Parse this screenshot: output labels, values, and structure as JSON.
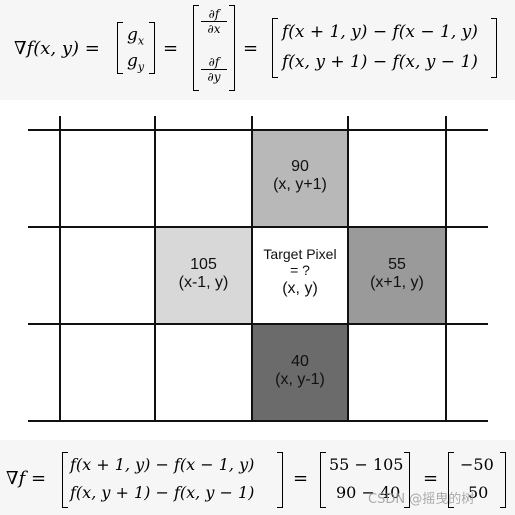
{
  "equation_top": {
    "lhs": "∇f(x, y) =",
    "vec_g": [
      "g",
      "g"
    ],
    "vec_g_sub": [
      "x",
      "y"
    ],
    "eq1": "=",
    "partials": [
      {
        "num": "∂f",
        "den": "∂x"
      },
      {
        "num": "∂f",
        "den": "∂y"
      }
    ],
    "eq2": "=",
    "rhs_rows": [
      "f(x + 1, y) − f(x − 1, y)",
      "f(x, y + 1) − f(x, y − 1)"
    ]
  },
  "grid": {
    "cells": {
      "top": {
        "value": "90",
        "coord": "(x, y+1)",
        "color": "#b8b8b8"
      },
      "left": {
        "value": "105",
        "coord": "(x-1, y)",
        "color": "#d8d8d8"
      },
      "center": {
        "line1": "Target Pixel",
        "line2": "= ?",
        "coord": "(x, y)",
        "color": "#ffffff"
      },
      "right": {
        "value": "55",
        "coord": "(x+1, y)",
        "color": "#9a9a9a"
      },
      "bottom": {
        "value": "40",
        "coord": "(x, y-1)",
        "color": "#6b6b6b"
      }
    }
  },
  "equation_bottom": {
    "lhs": "∇f =",
    "rows": [
      "f(x + 1, y) − f(x − 1, y)",
      "f(x, y + 1) − f(x, y − 1)"
    ],
    "eq1": "=",
    "numeric_rows": [
      "55 − 105",
      "90 − 40"
    ],
    "eq2": "=",
    "result_rows": [
      "−50",
      "50"
    ]
  },
  "watermark": "CSDN @摇曳的树"
}
